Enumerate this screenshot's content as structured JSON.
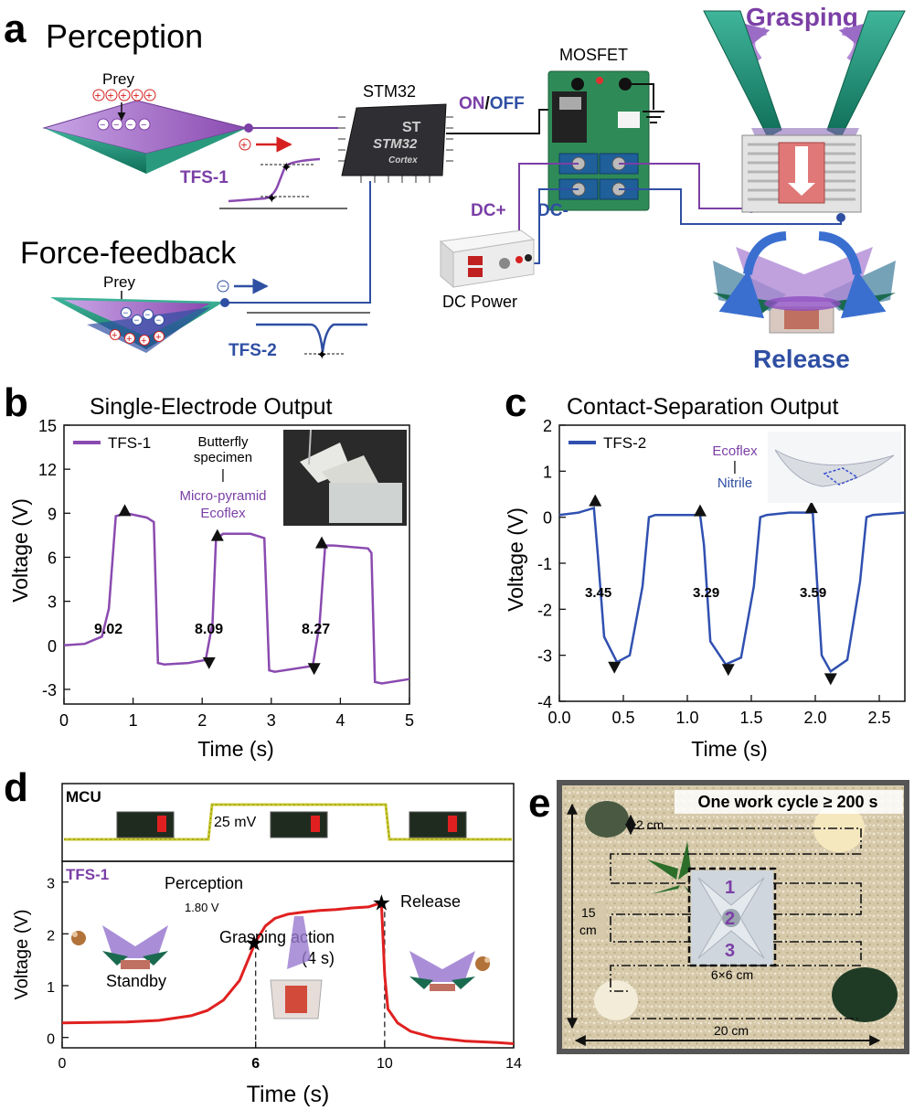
{
  "colors": {
    "purple": "#7b3fa6",
    "blue": "#2f4fa3",
    "red": "#e02020",
    "yellow": "#c8c830",
    "green": "#1f8a6a",
    "tfs1_line": "#8a4ab0",
    "tfs2_line": "#3050b0",
    "d_line": "#e02020"
  },
  "panel_a": {
    "letter": "a",
    "perception_title": "Perception",
    "prey1": "Prey",
    "tfs1_label": "TFS-1",
    "force_title": "Force-feedback",
    "prey2": "Prey",
    "tfs2_label": "TFS-2",
    "stm32_label": "STM32",
    "chip_text1": "STM32",
    "chip_text2": "Cortex",
    "onoff_on": "ON",
    "onoff_slash": "/",
    "onoff_off": "OFF",
    "mosfet_label": "MOSFET",
    "dcplus": "DC+",
    "dcminus": "DC-",
    "dcpower": "DC Power",
    "grasping": "Grasping",
    "release": "Release"
  },
  "chart_data": [
    {
      "panel": "b",
      "type": "line",
      "title": "Single-Electrode Output",
      "xlabel": "Time (s)",
      "ylabel": "Voltage (V)",
      "xlim": [
        0,
        5
      ],
      "ylim": [
        -4,
        15
      ],
      "xticks": [
        0,
        1,
        2,
        3,
        4,
        5
      ],
      "yticks": [
        -3,
        0,
        3,
        6,
        9,
        12,
        15
      ],
      "legend": "top-left",
      "series": [
        {
          "name": "TFS-1",
          "x": [
            0,
            0.3,
            0.55,
            0.65,
            0.75,
            0.9,
            1.2,
            1.3,
            1.36,
            1.45,
            1.8,
            2.05,
            2.15,
            2.2,
            2.3,
            2.7,
            2.9,
            2.97,
            3.05,
            3.6,
            3.7,
            3.78,
            3.9,
            4.4,
            4.45,
            4.5,
            4.6,
            5.0
          ],
          "y": [
            0,
            0.1,
            0.6,
            2.5,
            8.8,
            9.0,
            8.7,
            8.4,
            -1.2,
            -1.3,
            -1.2,
            -1.0,
            1.5,
            7.2,
            7.6,
            7.6,
            7.3,
            -1.7,
            -1.8,
            -1.4,
            1.5,
            6.8,
            6.8,
            6.6,
            6.3,
            -2.5,
            -2.6,
            -2.3
          ]
        }
      ],
      "annotations": [
        "9.02",
        "8.09",
        "8.27"
      ],
      "markers_up": [
        [
          0.88,
          9.0
        ],
        [
          2.22,
          7.3
        ],
        [
          3.73,
          6.8
        ]
      ],
      "markers_down": [
        [
          2.1,
          -1.0
        ],
        [
          3.62,
          -1.4
        ]
      ],
      "inset_labels": {
        "line1": "Butterfly",
        "line2": "specimen",
        "sep": "|",
        "line3": "Micro-pyramid",
        "line4": "Ecoflex"
      }
    },
    {
      "panel": "c",
      "type": "line",
      "title": "Contact-Separation Output",
      "xlabel": "Time (s)",
      "ylabel": "Voltage (V)",
      "xlim": [
        0,
        2.7
      ],
      "ylim": [
        -4,
        2
      ],
      "xticks": [
        0.0,
        0.5,
        1.0,
        1.5,
        2.0,
        2.5
      ],
      "yticks": [
        -4,
        -3,
        -2,
        -1,
        0,
        1,
        2
      ],
      "legend": "top-left",
      "series": [
        {
          "name": "TFS-2",
          "x": [
            0,
            0.15,
            0.27,
            0.3,
            0.35,
            0.45,
            0.55,
            0.65,
            0.7,
            0.75,
            0.9,
            1.1,
            1.13,
            1.18,
            1.3,
            1.42,
            1.52,
            1.57,
            1.62,
            1.8,
            1.98,
            2.0,
            2.05,
            2.12,
            2.25,
            2.35,
            2.4,
            2.45,
            2.7
          ],
          "y": [
            0.05,
            0.1,
            0.2,
            -0.8,
            -2.6,
            -3.15,
            -3.0,
            -1.5,
            0.0,
            0.05,
            0.05,
            0.05,
            -0.6,
            -2.7,
            -3.2,
            -3.05,
            -1.5,
            0.0,
            0.05,
            0.1,
            0.1,
            -0.8,
            -3.0,
            -3.35,
            -3.1,
            -1.4,
            0.0,
            0.05,
            0.1
          ]
        }
      ],
      "annotations": [
        "3.45",
        "3.29",
        "3.59"
      ],
      "markers_up": [
        [
          0.28,
          0.3
        ],
        [
          1.1,
          0.08
        ],
        [
          1.97,
          0.15
        ]
      ],
      "markers_down": [
        [
          0.43,
          -3.2
        ],
        [
          1.32,
          -3.25
        ],
        [
          2.12,
          -3.45
        ]
      ],
      "inset_labels": {
        "line1": "Ecoflex",
        "sep": "|",
        "line2": "Nitrile"
      }
    },
    {
      "panel": "d",
      "type": "line",
      "xlabel": "Time (s)",
      "ylabel": "Voltage (V)",
      "xlim": [
        0,
        14
      ],
      "ylim": [
        -0.2,
        3.4
      ],
      "xticks": [
        0,
        6,
        10,
        14
      ],
      "yticks": [
        0,
        1,
        2,
        3
      ],
      "series": [
        {
          "name": "TFS-1",
          "x": [
            0,
            1,
            2,
            3,
            4,
            4.5,
            5,
            5.5,
            5.8,
            6.0,
            6.3,
            6.6,
            7,
            7.5,
            8,
            8.5,
            9,
            9.5,
            9.9,
            10.0,
            10.1,
            10.4,
            10.8,
            11.5,
            12.5,
            13.5,
            14
          ],
          "y": [
            0.28,
            0.29,
            0.3,
            0.33,
            0.42,
            0.52,
            0.72,
            1.1,
            1.55,
            1.85,
            2.15,
            2.3,
            2.38,
            2.42,
            2.45,
            2.47,
            2.5,
            2.52,
            2.6,
            1.2,
            0.55,
            0.28,
            0.12,
            0.0,
            -0.07,
            -0.1,
            -0.12
          ]
        }
      ],
      "mcu_label": "MCU",
      "mcu_value": "25 mV",
      "series_label": "TFS-1",
      "perception": "Perception",
      "perception_value": "1.80 V",
      "grasping_action": "Grasping action",
      "grasping_duration": "(4 s)",
      "release": "Release",
      "standby": "Standby",
      "markers": [
        [
          5.95,
          1.82
        ],
        [
          9.9,
          2.6
        ]
      ]
    }
  ],
  "panel_e": {
    "letter": "e",
    "cycle": "One work cycle ≥ 200 s",
    "dist": "2 cm",
    "height": "15",
    "height_unit": "cm",
    "width": "20 cm",
    "square": "6×6 cm",
    "n1": "1",
    "n2": "2",
    "n3": "3"
  },
  "letters": {
    "b": "b",
    "c": "c",
    "d": "d"
  }
}
